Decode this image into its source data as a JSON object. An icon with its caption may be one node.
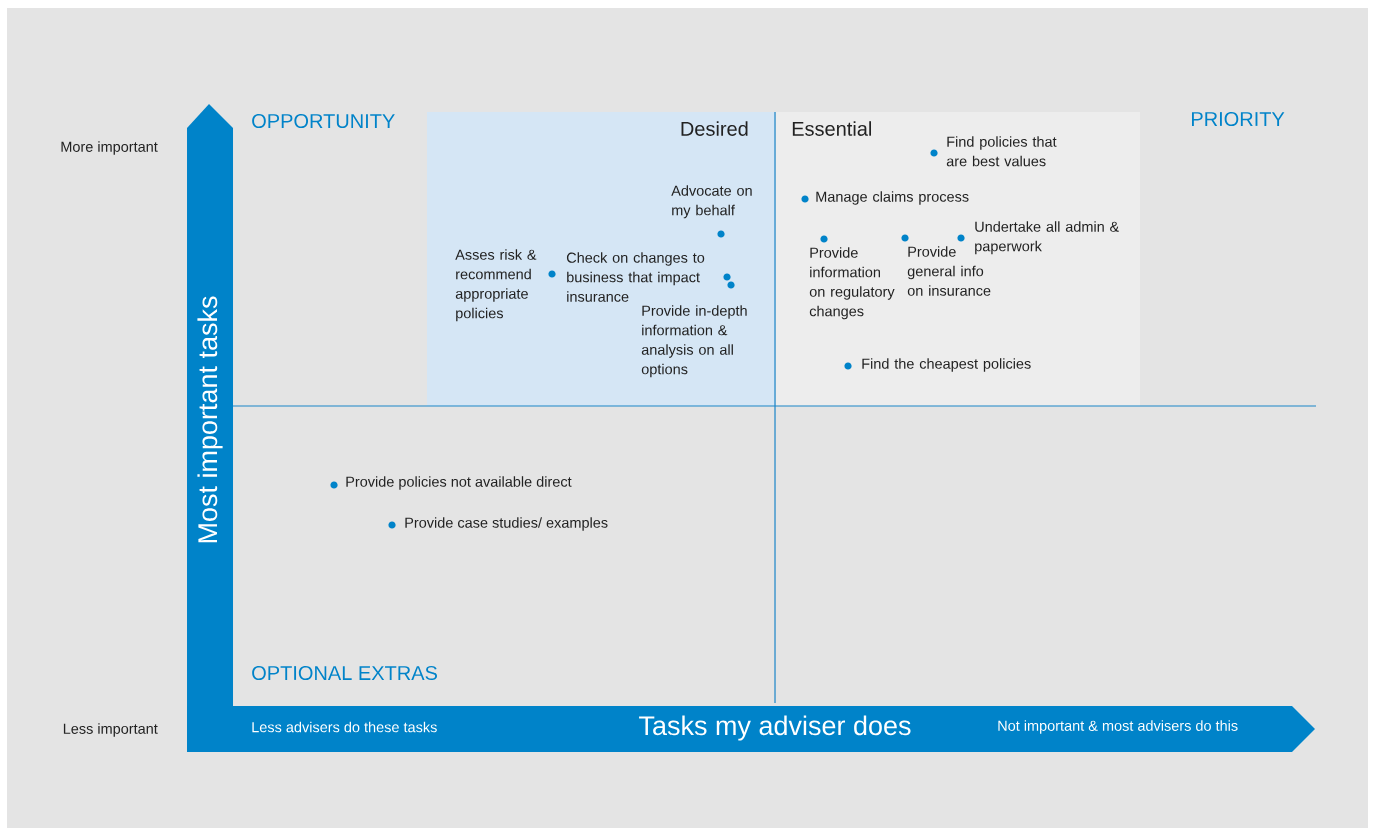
{
  "diagram": {
    "nodes": [
      {
        "text": [
          "Most important tasks"
        ]
      },
      {
        "text": [
          "Less advisers do these tasks",
          "Tasks my adviser does",
          "Not important & most advisers do this"
        ]
      },
      {
        "text": [
          "Desired",
          "Advocate on my behalf",
          "Asses risk & recommend appropriate policies",
          "Check on changes to business that impact insurance",
          "Provide in-depth information & analysis on all options"
        ]
      },
      {
        "text": [
          "Essential",
          "Find policies that are best values",
          "Manage claims process",
          "Undertake all admin & paperwork",
          "Provide information on regulatory changes",
          "Provide general info on insurance",
          "Find the cheapest policies"
        ]
      }
    ],
    "edges": [],
    "labels": [
      "More important",
      "OPPORTUNITY",
      "PRIORITY",
      "Provide policies not available direct",
      "Provide case studies/ examples",
      "OPTIONAL EXTRAS",
      "Less important"
    ]
  }
}
